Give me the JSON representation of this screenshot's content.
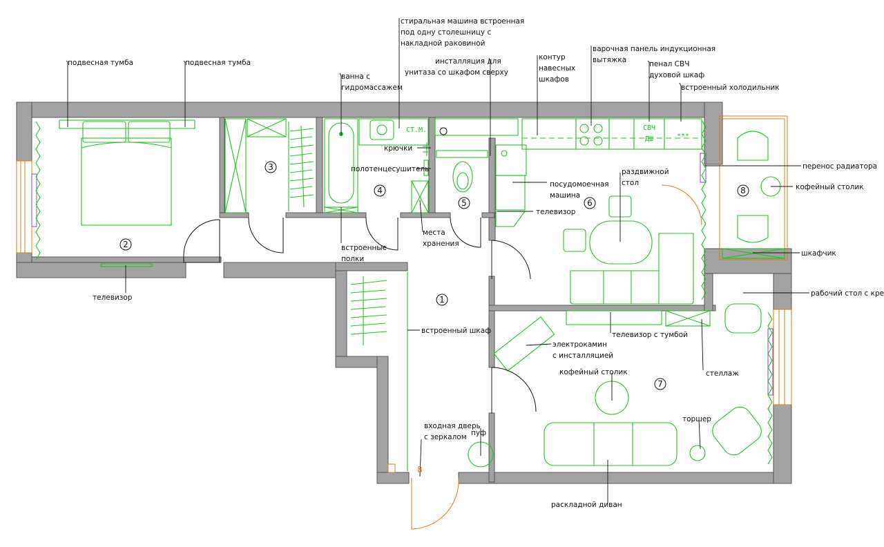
{
  "rooms": [
    "1",
    "2",
    "3",
    "4",
    "5",
    "6",
    "7",
    "8"
  ],
  "entry_mark": "8",
  "appliances": {
    "washer": "СТ.М.",
    "microwave": "СВЧ",
    "oven": "ДШ",
    "fridge": "***"
  },
  "labels": {
    "hanging_nightstand_left": "подвесная тумба",
    "hanging_nightstand_right": "подвесная тумба",
    "bathtub_1": "ванна с",
    "bathtub_2": "гидромассажем",
    "washer_1": "стиральная машина встроенная",
    "washer_2": "под одну столешницу с",
    "washer_3": "накладной раковиной",
    "toilet_1": "инсталляция для",
    "toilet_2": "унитаза со шкафом сверху",
    "cabinets_1": "контур",
    "cabinets_2": "навесных",
    "cabinets_3": "шкафов",
    "hob_1": "варочная панель индукционная",
    "hob_2": "вытяжка",
    "pencil_1": "пенал СВЧ",
    "pencil_2": "духовой шкаф",
    "fridge": "встроенный холодильник",
    "hooks": "крючки",
    "towel": "полотенцесушитель",
    "dishwasher_1": "посудомоечная",
    "dishwasher_2": "машина",
    "tv_kitchen": "телевизор",
    "sliding_table_1": "раздвижной",
    "sliding_table_2": "стол",
    "radiator": "перенос радиатора",
    "coffee_table_balcony": "кофейный столик",
    "cupboard": "шкафчик",
    "desk": "рабочий стол с креслом",
    "tv_stand": "телевизор с тумбой",
    "built_in_shelves_1": "встроенные",
    "built_in_shelves_2": "полки",
    "storage_1": "места",
    "storage_2": "хранения",
    "tv_bedroom": "телевизор",
    "wardrobe": "встроенный шкаф",
    "fireplace_1": "электрокамин",
    "fireplace_2": "с инсталляцией",
    "coffee_table_living": "кофейный столик",
    "shelving": "стеллаж",
    "floor_lamp": "торшер",
    "entry_door_1": "входная дверь",
    "entry_door_2": "с зеркалом",
    "pouf": "пуф",
    "sofa": "раскладной диван"
  }
}
